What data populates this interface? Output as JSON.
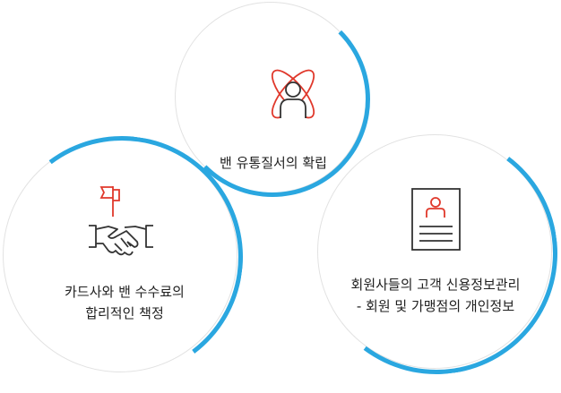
{
  "colors": {
    "accent_blue": "#2aa7e0",
    "icon_red": "#e0382b",
    "icon_dark": "#333333",
    "circle_border": "#e2e2e2"
  },
  "items": [
    {
      "label_lines": [
        "밴 유통질서의 확립"
      ],
      "icon": "atom-person-icon"
    },
    {
      "label_lines": [
        "카드사와 밴 수수료의",
        "합리적인 책정"
      ],
      "icon": "handshake-flag-icon"
    },
    {
      "label_lines": [
        "회원사들의 고객 신용정보관리",
        "- 회원 및 가맹점의 개인정보"
      ],
      "icon": "profile-document-icon"
    }
  ]
}
